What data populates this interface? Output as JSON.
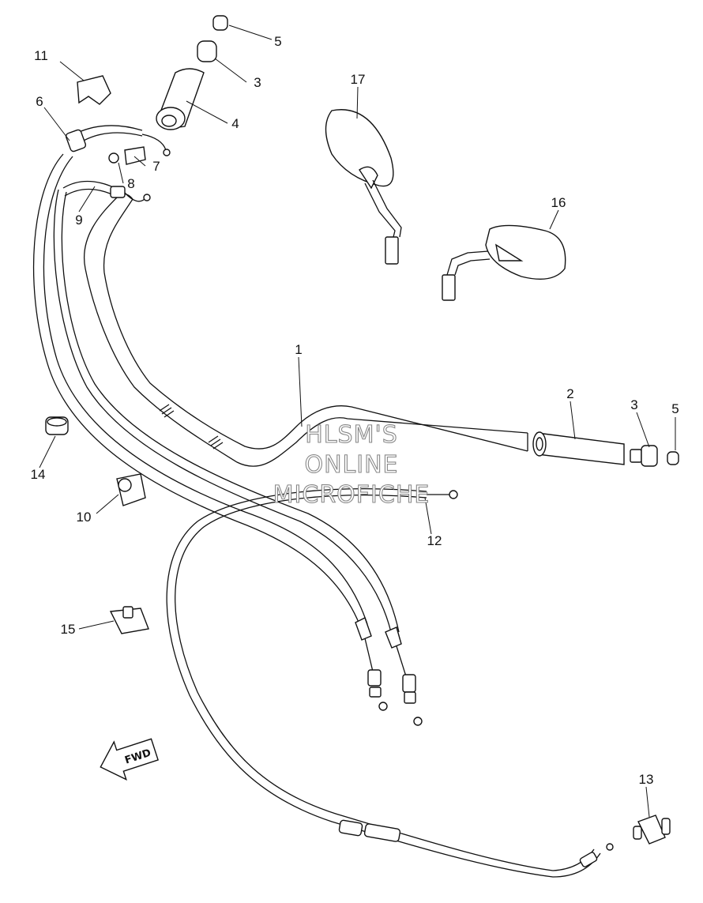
{
  "callouts": [
    {
      "id": "1",
      "label": "1"
    },
    {
      "id": "2",
      "label": "2"
    },
    {
      "id": "3a",
      "label": "3"
    },
    {
      "id": "3b",
      "label": "3"
    },
    {
      "id": "4",
      "label": "4"
    },
    {
      "id": "5a",
      "label": "5"
    },
    {
      "id": "5b",
      "label": "5"
    },
    {
      "id": "6",
      "label": "6"
    },
    {
      "id": "7",
      "label": "7"
    },
    {
      "id": "8",
      "label": "8"
    },
    {
      "id": "9",
      "label": "9"
    },
    {
      "id": "10",
      "label": "10"
    },
    {
      "id": "11",
      "label": "11"
    },
    {
      "id": "12",
      "label": "12"
    },
    {
      "id": "13",
      "label": "13"
    },
    {
      "id": "14",
      "label": "14"
    },
    {
      "id": "15",
      "label": "15"
    },
    {
      "id": "16",
      "label": "16"
    },
    {
      "id": "17",
      "label": "17"
    }
  ],
  "watermark": {
    "line1": "HLSM'S",
    "line2": "ONLINE",
    "line3": "MICROFICHE"
  },
  "direction_arrow": {
    "label": "FWD"
  }
}
